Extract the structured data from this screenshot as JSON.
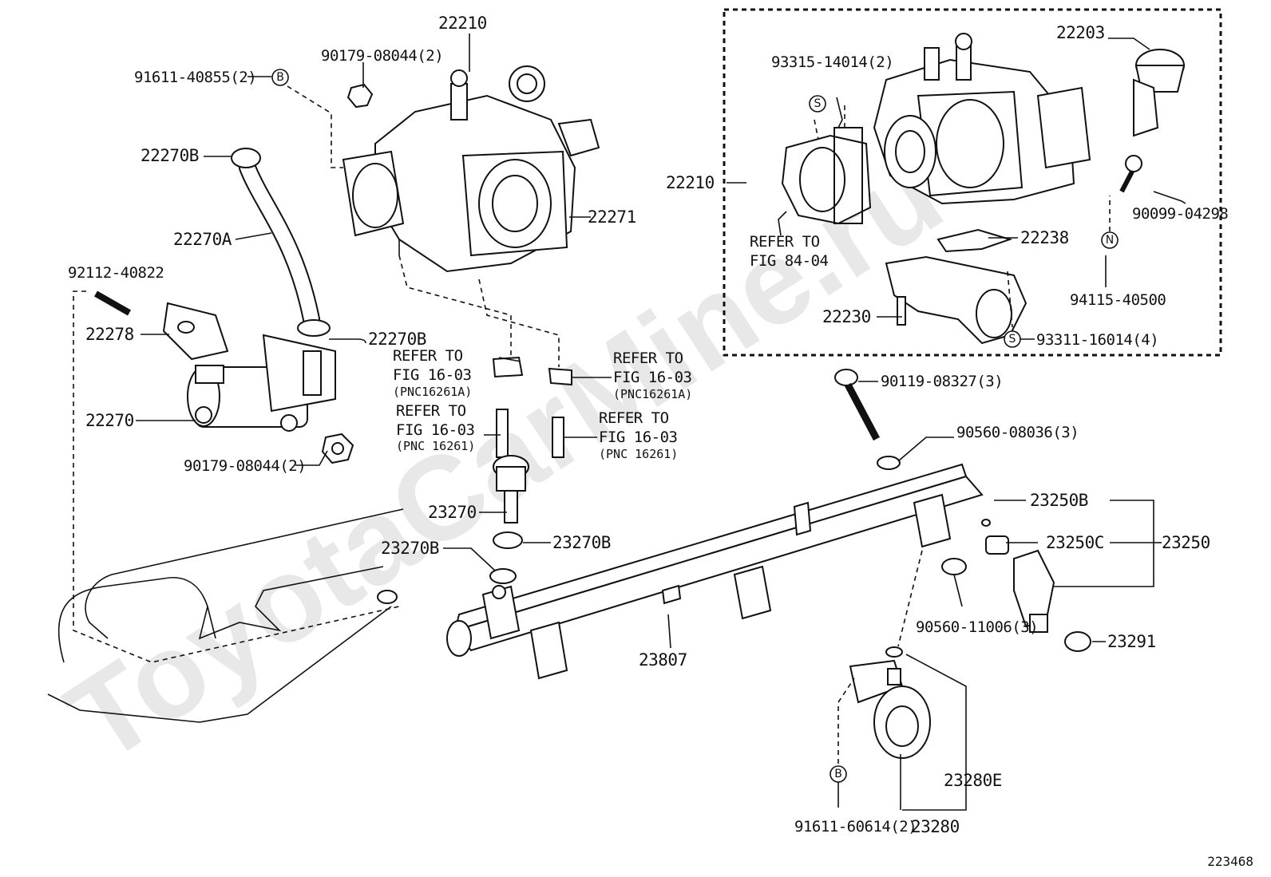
{
  "watermark": "ToyotaCarMine.ru",
  "diagram_id": "223468",
  "labels": {
    "p22210_top": "22210",
    "p90179_top": "90179-08044(2)",
    "p91611_top": "91611-40855(2)",
    "p22270B_top": "22270B",
    "p22271": "22271",
    "p22270A": "22270A",
    "p92112": "92112-40822",
    "p22278": "22278",
    "p22270B_mid": "22270B",
    "p22270": "22270",
    "p90179_bot": "90179-08044(2)",
    "p22203": "22203",
    "p93315": "93315-14014(2)",
    "p22210_side": "22210",
    "p90099": "90099-04298",
    "p22238": "22238",
    "p94115": "94115-40500",
    "p22230": "22230",
    "p93311": "93311-16014(4)",
    "p90119": "90119-08327(3)",
    "p90560_08036": "90560-08036(3)",
    "p23270": "23270",
    "p23270B_right": "23270B",
    "p23270B_left": "23270B",
    "p23250B": "23250B",
    "p23250C": "23250C",
    "p23250": "23250",
    "p90560_11006": "90560-11006(3)",
    "p23291": "23291",
    "p23807": "23807",
    "p23280E": "23280E",
    "p91611_bot": "91611-60614(2)",
    "p23280": "23280"
  },
  "refer": {
    "r1": {
      "line1": "REFER TO",
      "line2": "FIG 84-04"
    },
    "r2": {
      "line1": "REFER TO",
      "line2": "FIG 16-03",
      "line3": "(PNC16261A)"
    },
    "r3": {
      "line1": "REFER TO",
      "line2": "FIG 16-03",
      "line3": "(PNC16261A)"
    },
    "r4": {
      "line1": "REFER TO",
      "line2": "FIG 16-03",
      "line3": "(PNC 16261)"
    },
    "r5": {
      "line1": "REFER TO",
      "line2": "FIG 16-03",
      "line3": "(PNC 16261)"
    }
  },
  "symbols": {
    "b": "B",
    "s": "S",
    "n": "N"
  }
}
